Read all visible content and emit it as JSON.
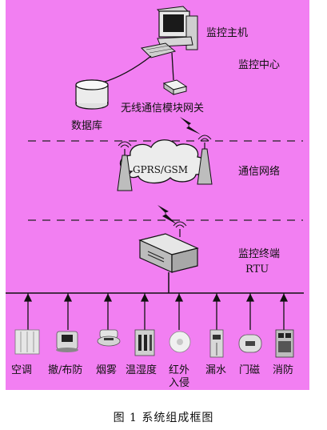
{
  "diagram": {
    "nodes": {
      "host": "监控主机",
      "center": "监控中心",
      "database": "数据库",
      "gateway": "无线通信模块网关",
      "network_cloud": "GPRS/GSM",
      "network": "通信网络",
      "terminal_line1": "监控终端",
      "terminal_line2": "RTU"
    },
    "devices": [
      {
        "label": "空调"
      },
      {
        "label": "撤/布防"
      },
      {
        "label": "烟雾"
      },
      {
        "label": "温湿度"
      },
      {
        "label": "红外",
        "label2": "入侵"
      },
      {
        "label": "漏水"
      },
      {
        "label": "门磁"
      },
      {
        "label": "消防"
      }
    ],
    "colors": {
      "background": "#f27ff2",
      "ink": "#111111",
      "device_gray": "#d8d8d8"
    }
  },
  "caption": "图 1   系统组成框图"
}
